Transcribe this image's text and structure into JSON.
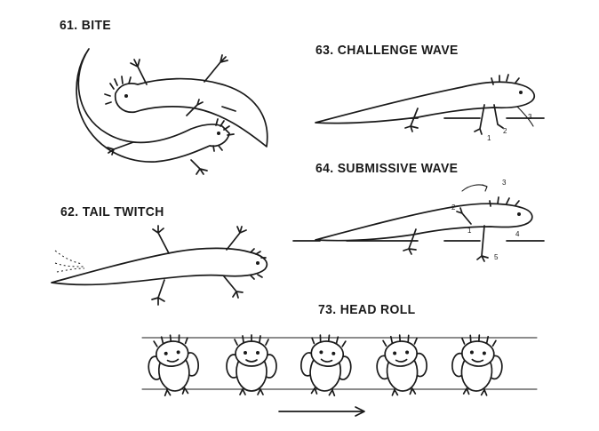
{
  "panels": {
    "bite": {
      "caption": "61. BITE"
    },
    "tail_twitch": {
      "caption": "62. TAIL TWITCH"
    },
    "challenge_wave": {
      "caption": "63. CHALLENGE WAVE",
      "step_marks": [
        "1",
        "2",
        "3"
      ]
    },
    "submissive_wave": {
      "caption": "64. SUBMISSIVE WAVE",
      "step_marks": [
        "1",
        "2",
        "3",
        "4",
        "5"
      ]
    },
    "head_roll": {
      "caption": "73. HEAD ROLL",
      "frame_count": 5
    }
  },
  "colors": {
    "ink": "#1a1a1a",
    "paper": "#ffffff"
  }
}
